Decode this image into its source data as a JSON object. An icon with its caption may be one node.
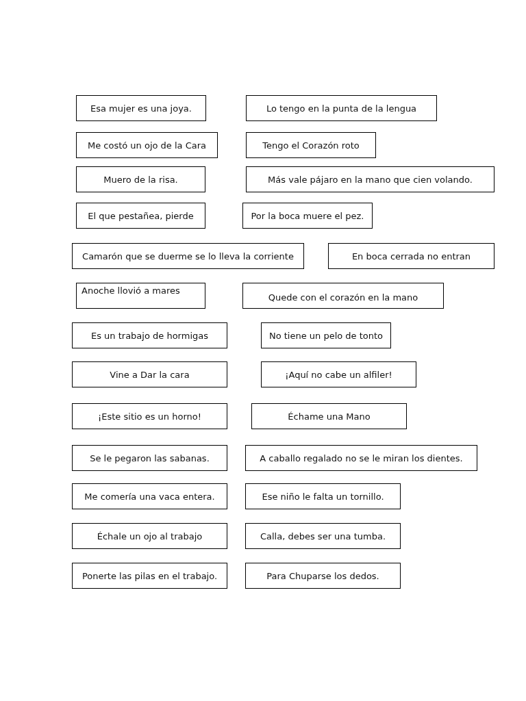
{
  "diagram": {
    "nodes": [
      {
        "text": [
          "Esa mujer es una joya."
        ]
      },
      {
        "text": [
          "Lo tengo en la punta de la lengua"
        ]
      },
      {
        "text": [
          "Me costó un ojo de la Cara"
        ]
      },
      {
        "text": [
          "Tengo el Corazón roto"
        ]
      },
      {
        "text": [
          "Muero de la risa."
        ]
      },
      {
        "text": [
          "Más vale pájaro en la mano que cien volando."
        ]
      },
      {
        "text": [
          "El que pestañea, pierde"
        ]
      },
      {
        "text": [
          "Por la boca muere el pez."
        ]
      },
      {
        "text": [
          "Camarón que se duerme se lo lleva la corriente"
        ]
      },
      {
        "text": [
          "En boca cerrada no entran"
        ]
      },
      {
        "text": [
          "Anoche llovió a mares"
        ]
      },
      {
        "text": [
          "Quede con el corazón en la mano"
        ]
      },
      {
        "text": [
          "Es un trabajo de hormigas"
        ]
      },
      {
        "text": [
          "No tiene un pelo de tonto"
        ]
      },
      {
        "text": [
          "Vine a Dar la cara"
        ]
      },
      {
        "text": [
          "¡Aquí no cabe un alfiler!"
        ]
      },
      {
        "text": [
          "¡Este sitio es un horno!"
        ]
      },
      {
        "text": [
          "Échame una Mano"
        ]
      },
      {
        "text": [
          "Se le pegaron las sabanas."
        ]
      },
      {
        "text": [
          "A caballo regalado no se le miran los dientes."
        ]
      },
      {
        "text": [
          "Me comería una vaca entera."
        ]
      },
      {
        "text": [
          "Ese niño le falta un tornillo."
        ]
      },
      {
        "text": [
          "Échale un ojo al trabajo"
        ]
      },
      {
        "text": [
          "Calla, debes ser una tumba."
        ]
      },
      {
        "text": [
          "Ponerte las pilas en el trabajo."
        ]
      },
      {
        "text": [
          "Para Chuparse los dedos."
        ]
      }
    ]
  }
}
